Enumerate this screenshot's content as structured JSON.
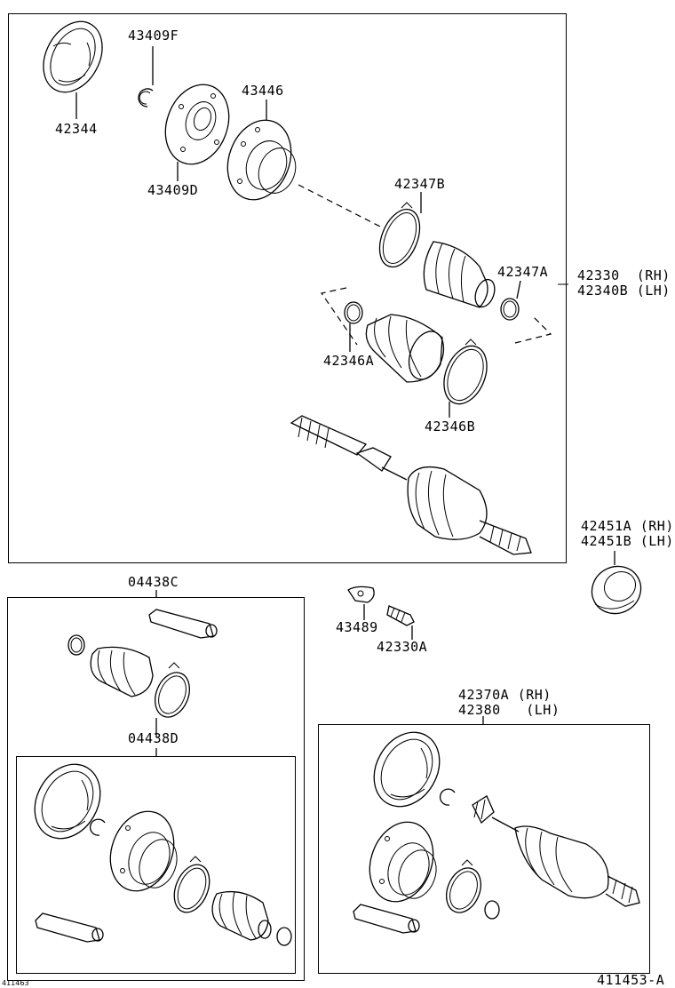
{
  "labels": {
    "p43409F": "43409F",
    "p42344": "42344",
    "p43446": "43446",
    "p43409D": "43409D",
    "p42347B": "42347B",
    "p42347A": "42347A",
    "p42330": "42330  (RH)",
    "p42340B": "42340B (LH)",
    "p42346A": "42346A",
    "p42346B": "42346B",
    "p42451A": "42451A (RH)",
    "p42451B": "42451B (LH)",
    "p04438C": "04438C",
    "p04438D": "04438D",
    "p43489": "43489",
    "p42330A": "42330A",
    "p42370A": "42370A (RH)",
    "p42380": "42380   (LH)",
    "fig_code": "411453-A",
    "corner_code": "411463"
  }
}
